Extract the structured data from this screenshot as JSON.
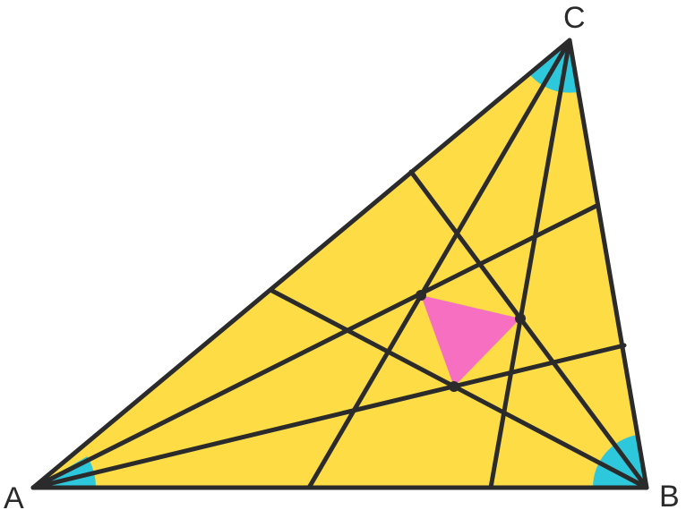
{
  "diagram": {
    "vertices": {
      "a": {
        "label": "A"
      },
      "b": {
        "label": "B"
      },
      "c": {
        "label": "C"
      }
    },
    "colors": {
      "triangle_fill": "#FDDC45",
      "line": "#2b2b2b",
      "angle_marks": "#2EC8DC",
      "inner_triangle": "#F76FC0",
      "points": "#2b2b2b",
      "background": "#ffffff"
    },
    "angle_trisectors_per_vertex": 2,
    "intersection_points": 3
  }
}
